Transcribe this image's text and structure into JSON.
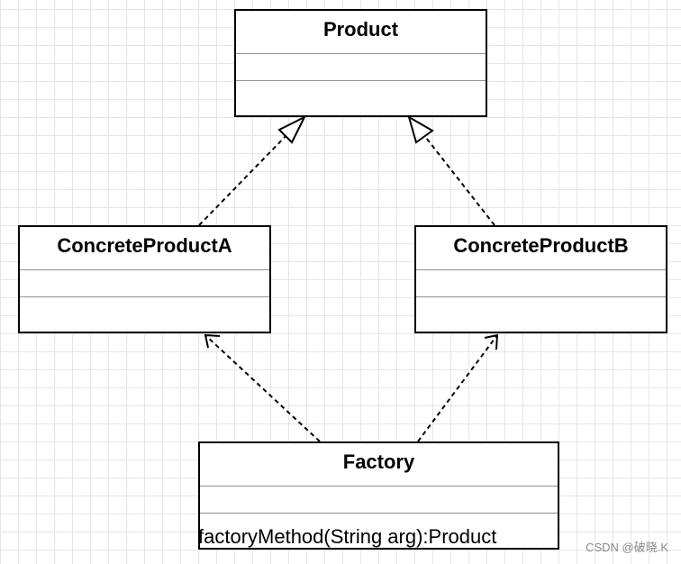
{
  "diagram": {
    "classes": {
      "product": {
        "name": "Product",
        "attributes": [],
        "methods": []
      },
      "concrete_a": {
        "name": "ConcreteProductA",
        "attributes": [],
        "methods": []
      },
      "concrete_b": {
        "name": "ConcreteProductB",
        "attributes": [],
        "methods": []
      },
      "factory": {
        "name": "Factory",
        "attributes": [],
        "methods": [
          "factoryMethod(String arg):Product"
        ]
      }
    },
    "relations": [
      {
        "from": "ConcreteProductA",
        "to": "Product",
        "type": "realization"
      },
      {
        "from": "ConcreteProductB",
        "to": "Product",
        "type": "realization"
      },
      {
        "from": "Factory",
        "to": "ConcreteProductA",
        "type": "dependency"
      },
      {
        "from": "Factory",
        "to": "ConcreteProductB",
        "type": "dependency"
      }
    ]
  },
  "watermark": "CSDN @破晓.K"
}
